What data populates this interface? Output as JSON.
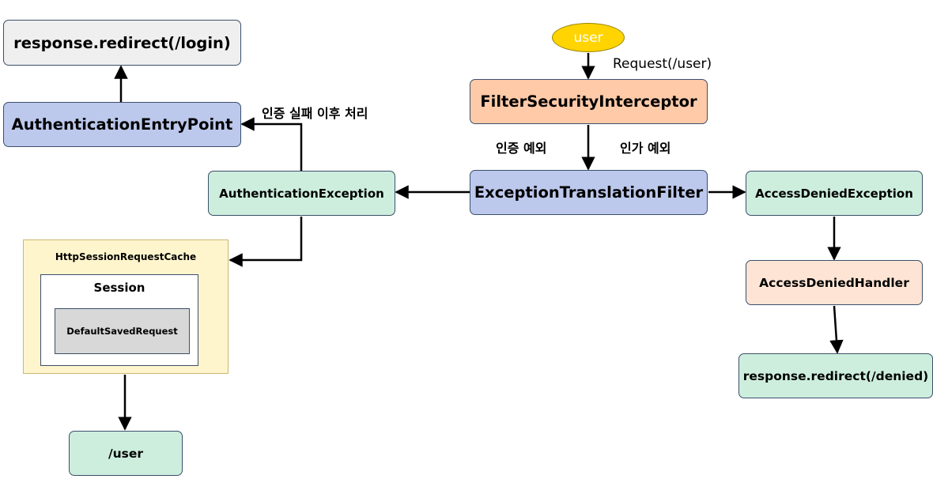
{
  "nodes": {
    "redirect_login": "response.redirect(/login)",
    "auth_entry_point": "AuthenticationEntryPoint",
    "auth_exception": "AuthenticationException",
    "filter_security_interceptor": "FilterSecurityInterceptor",
    "exception_translation_filter": "ExceptionTranslationFilter",
    "access_denied_exception": "AccessDeniedException",
    "access_denied_handler": "AccessDeniedHandler",
    "redirect_denied": "response.redirect(/denied)",
    "request_cache": "HttpSessionRequestCache",
    "session": "Session",
    "default_saved_request": "DefaultSavedRequest",
    "user_path": "/user",
    "user": "user"
  },
  "edges": {
    "request_label": "Request(/user)",
    "auth_failure_label": "인증 실패 이후 처리",
    "auth_exception_label": "인증 예외",
    "authz_exception_label": "인가 예외"
  },
  "colors": {
    "gray": "#efefef",
    "blue": "#bcc8ec",
    "mint": "#cdeedd",
    "salmon": "#ffcaa8",
    "peach": "#fde4d4",
    "yellow": "#ffd400",
    "cache": "#fff5cc"
  }
}
